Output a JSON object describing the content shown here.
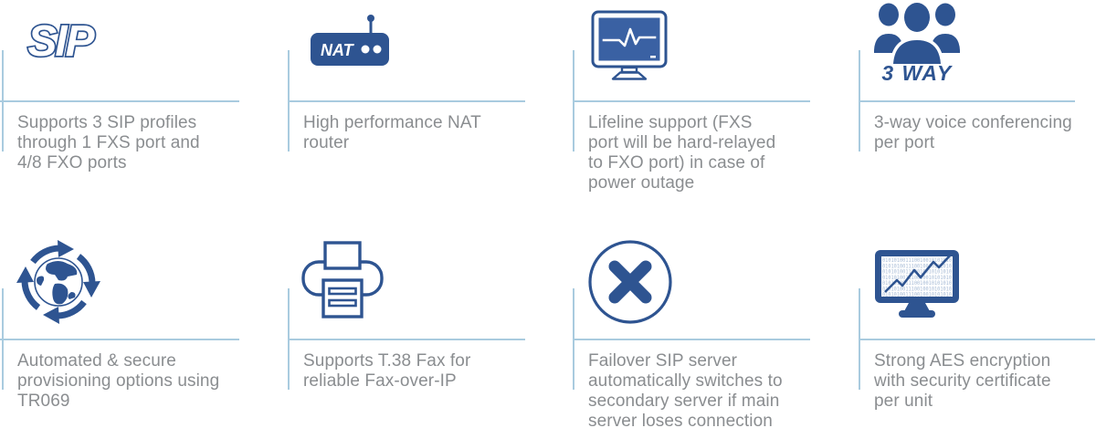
{
  "colors": {
    "icon_blue": "#2e5491",
    "screen_fill_blue": "#3a61a3",
    "divider_blue": "#a9cbdf",
    "text_gray": "#8a8d90",
    "binary_light_blue": "#a8bcd6"
  },
  "features": [
    {
      "name": "sip-profiles",
      "icon": "sip-logo-icon",
      "icon_label": "SIP",
      "description": "Supports 3 SIP profiles\nthrough 1 FXS port and\n4/8 FXO ports"
    },
    {
      "name": "nat-router",
      "icon": "nat-router-icon",
      "icon_label": "NAT",
      "description": "High performance NAT\nrouter"
    },
    {
      "name": "lifeline-support",
      "icon": "pulse-monitor-icon",
      "description": "Lifeline support (FXS\nport will be hard-relayed\nto FXO port) in case of\npower outage"
    },
    {
      "name": "three-way-conferencing",
      "icon": "conference-group-icon",
      "icon_label": "3 WAY",
      "description": "3-way voice conferencing\nper port"
    },
    {
      "name": "auto-provisioning",
      "icon": "globe-sync-icon",
      "description": "Automated & secure\nprovisioning options using\nTR069"
    },
    {
      "name": "t38-fax",
      "icon": "fax-printer-icon",
      "description": "Supports T.38 Fax for\nreliable Fax-over-IP"
    },
    {
      "name": "sip-failover",
      "icon": "failover-x-icon",
      "description": "Failover SIP server\nautomatically switches to\nsecondary server if main\nserver loses connection"
    },
    {
      "name": "aes-encryption",
      "icon": "encrypted-monitor-icon",
      "binary_string": "010101001110010010101010",
      "description": "Strong AES encryption\nwith security certificate\nper unit"
    }
  ]
}
